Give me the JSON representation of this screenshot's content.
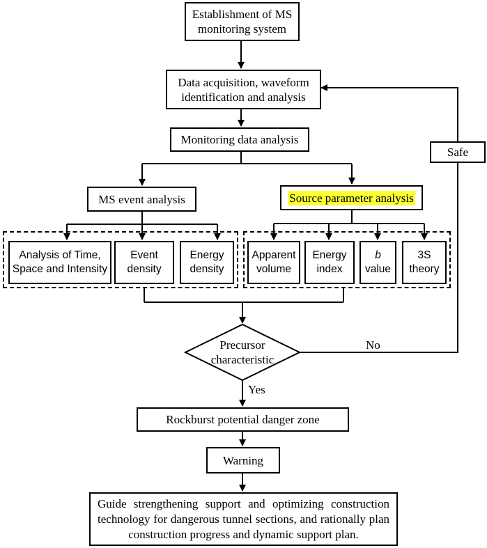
{
  "nodes": {
    "establishment": "Establishment of MS monitoring system",
    "acquisition": "Data acquisition, waveform identification and analysis",
    "monitoring": "Monitoring data analysis",
    "ms_event": "MS event analysis",
    "source_param": "Source parameter analysis",
    "time_space": "Analysis of Time, Space and Intensity",
    "event_density": "Event density",
    "energy_density": "Energy density",
    "apparent_volume": "Apparent volume",
    "energy_index": "Energy index",
    "b_value_symbol": "b",
    "b_value_word": "value",
    "theory_3s": "3S theory",
    "precursor": "Precursor characteristic",
    "danger_zone": "Rockburst potential danger zone",
    "warning": "Warning",
    "guide": "Guide strengthening support and optimizing construction technology for dangerous tunnel sections, and rationally plan construction progress and dynamic support plan.",
    "safe": "Safe"
  },
  "labels": {
    "yes": "Yes",
    "no": "No"
  },
  "colors": {
    "highlight": "#ffff33",
    "stroke": "#000000"
  }
}
